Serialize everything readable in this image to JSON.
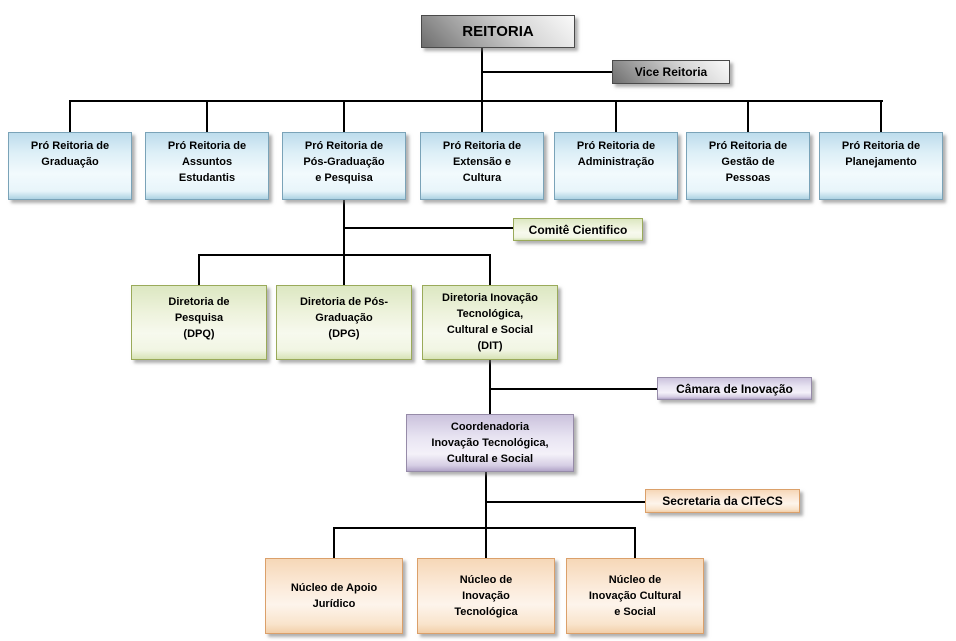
{
  "diagram": {
    "type": "organizational-chart",
    "language": "pt-BR"
  },
  "nodes": {
    "reitoria": "REITORIA",
    "vice_reitoria": "Vice Reitoria",
    "pro_reitorias": [
      "Pró Reitoria de\nGraduação",
      "Pró Reitoria de\nAssuntos\nEstudantis",
      "Pró Reitoria de\nPós-Graduação\ne Pesquisa",
      "Pró Reitoria de\nExtensão e\nCultura",
      "Pró Reitoria de\nAdministração",
      "Pró Reitoria de\nGestão de\nPessoas",
      "Pró Reitoria de\nPlanejamento"
    ],
    "comite": "Comitê Cientifico",
    "diretorias": [
      "Diretoria de\nPesquisa\n(DPQ)",
      "Diretoria de Pós-\nGraduação\n(DPG)",
      "Diretoria Inovação\nTecnológica,\nCultural e Social\n(DIT)"
    ],
    "camara": "Câmara de Inovação",
    "coordenadoria": "Coordenadoria\nInovação Tecnológica,\nCultural e Social",
    "secretaria": "Secretaria da CITeCS",
    "nucleos": [
      "Núcleo de Apoio\nJurídico",
      "Núcleo de\nInovação\nTecnológica",
      "Núcleo de\nInovação Cultural\ne Social"
    ]
  },
  "colors": {
    "reitoria_fill": "#9e9e9e",
    "pro_reitoria_fill": "#cde6f2",
    "diretoria_fill": "#e2ebcd",
    "coordenadoria_fill": "#d4cce2",
    "nucleo_fill": "#f8ddc1",
    "connector": "#000000",
    "text": "#000000"
  }
}
